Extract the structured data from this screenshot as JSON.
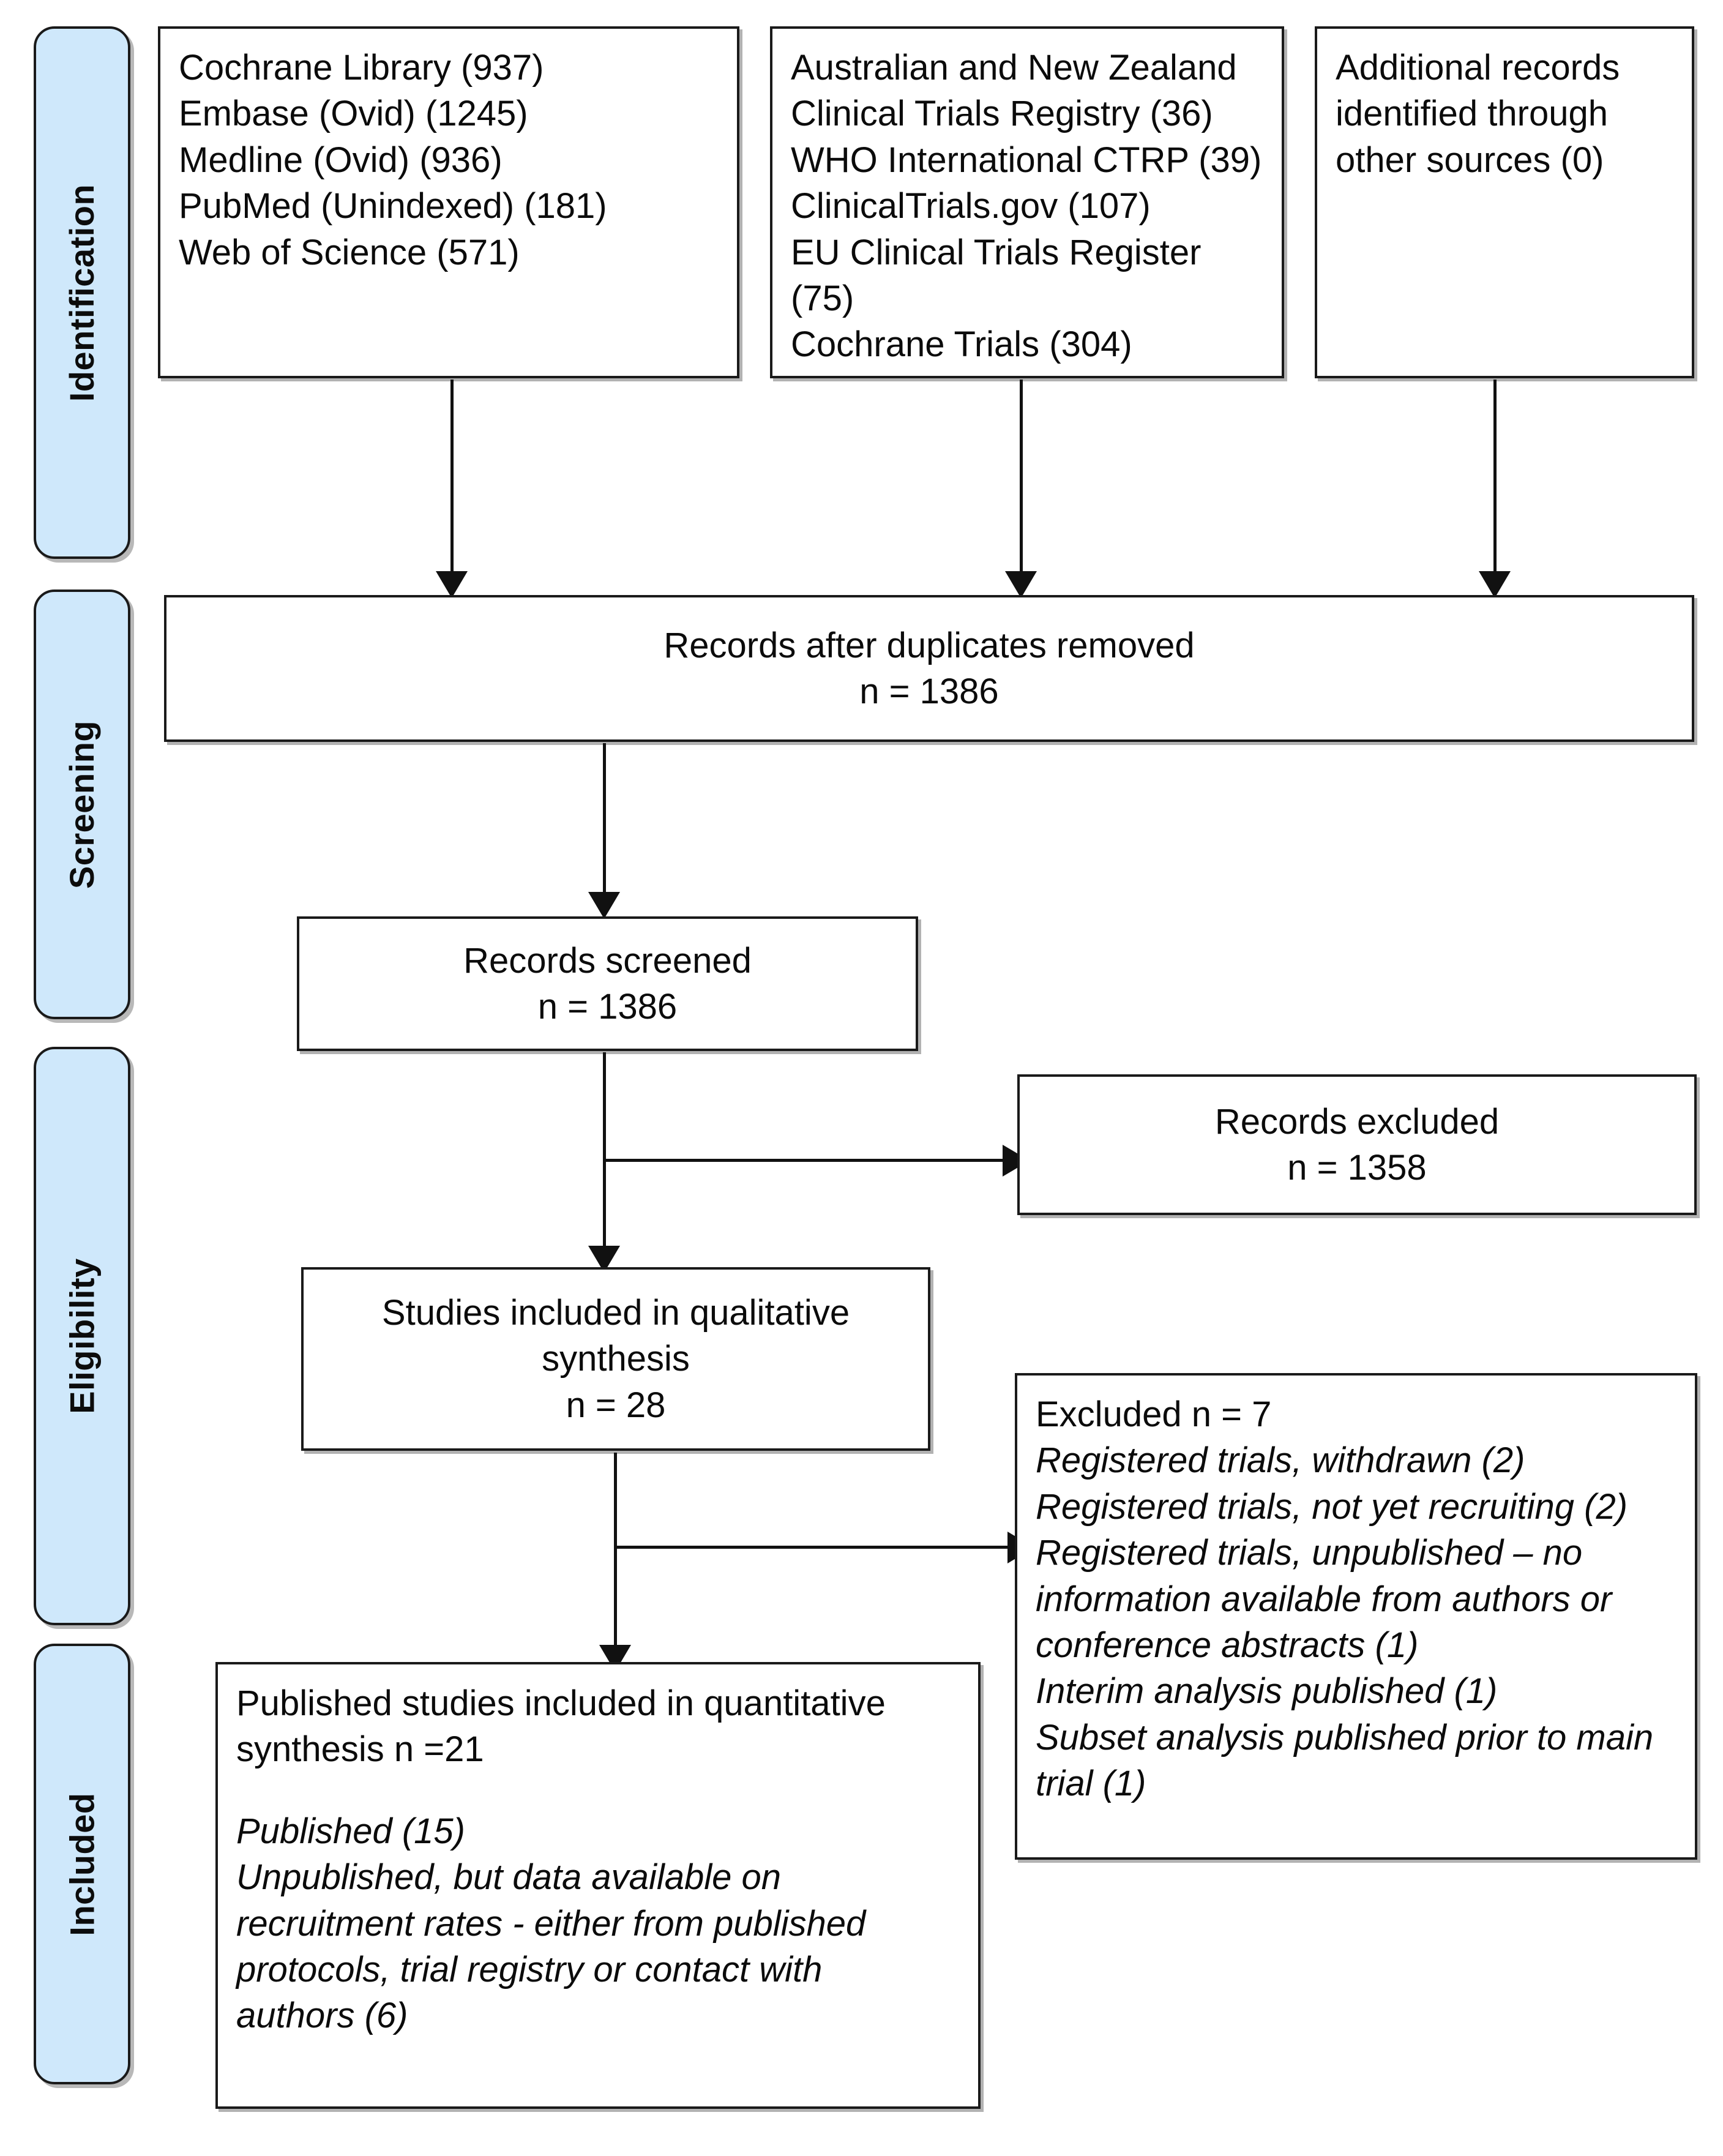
{
  "diagram": {
    "title": "PRISMA study selection flow diagram",
    "colors": {
      "stage_tab_fill": "#cfe8fb",
      "stage_tab_border": "#1a1a1a",
      "box_fill": "#ffffff",
      "box_border": "#1a1a1a",
      "connector": "#111111",
      "text": "#0b0b0b"
    }
  },
  "stages": [
    {
      "id": "identification",
      "label": "Identification"
    },
    {
      "id": "screening",
      "label": "Screening"
    },
    {
      "id": "eligibility",
      "label": "Eligibility"
    },
    {
      "id": "included",
      "label": "Included"
    }
  ],
  "boxes": {
    "databases": {
      "lines": [
        "Cochrane  Library  (937)",
        "Embase (Ovid) (1245)",
        "Medline (Ovid) (936)",
        "PubMed (Unindexed) (181)",
        "Web of Science  (571)"
      ]
    },
    "registries": {
      "lines": [
        "Australian and New Zealand",
        "Clinical Trials Registry (36)",
        "WHO International CTRP  (39)",
        "ClinicalTrials.gov  (107)",
        "EU Clinical Trials Register",
        "(75)",
        "Cochrane Trials (304)"
      ]
    },
    "other_sources": {
      "lines": [
        "Additional records",
        "identified through",
        "other sources (0)"
      ]
    },
    "duplicates_removed": {
      "lines": [
        "Records after duplicates removed",
        "n = 1386"
      ]
    },
    "records_screened": {
      "lines": [
        "Records screened",
        "n = 1386"
      ]
    },
    "records_excluded": {
      "lines": [
        "Records excluded",
        "n = 1358"
      ]
    },
    "qualitative_synthesis": {
      "lines": [
        "Studies included in qualitative",
        "synthesis",
        "n = 28"
      ]
    },
    "eligibility_excluded": {
      "heading": "Excluded n = 7",
      "lines": [
        "Registered trials, withdrawn (2)",
        "Registered trials, not yet recruiting (2)",
        "Registered trials, unpublished – no",
        "information available from authors or",
        "conference abstracts (1)",
        "Interim analysis published (1)",
        "Subset analysis published prior to main",
        "trial (1)"
      ]
    },
    "quantitative_synthesis": {
      "heading_lines": [
        "Published studies included in quantitative",
        "synthesis n =21"
      ],
      "detail_lines": [
        "Published (15)",
        "Unpublished, but data available on",
        "recruitment rates - either from published",
        "protocols, trial registry or contact with",
        "authors (6)"
      ]
    }
  },
  "counts": {
    "cochrane_library": 937,
    "embase_ovid": 1245,
    "medline_ovid": 936,
    "pubmed_unindexed": 181,
    "web_of_science": 571,
    "anzctr": 36,
    "who_ictrp": 39,
    "clinicaltrials_gov": 107,
    "eu_ctr": 75,
    "cochrane_trials": 304,
    "other_sources": 0,
    "after_duplicates_removed": 1386,
    "records_screened": 1386,
    "records_excluded": 1358,
    "qualitative_synthesis": 28,
    "eligibility_excluded_total": 7,
    "quantitative_synthesis": 21,
    "published": 15,
    "unpublished_with_data": 6
  }
}
